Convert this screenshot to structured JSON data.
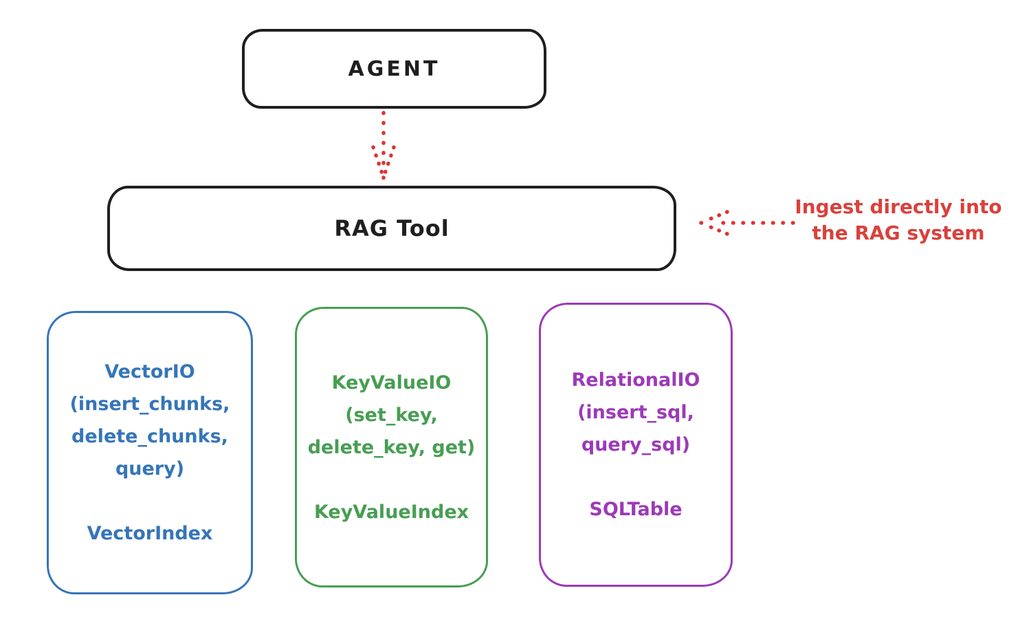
{
  "diagram": {
    "style": "hand-drawn-whiteboard",
    "background": "#ffffff"
  },
  "colors": {
    "black": "#1f1f1f",
    "red": "#e03131",
    "blue": "#3575b9",
    "green": "#479e52",
    "purple": "#9c3ab8"
  },
  "agent_box": {
    "label": "AGENT"
  },
  "rag_box": {
    "label": "RAG Tool"
  },
  "arrows": [
    {
      "name": "agent-to-rag",
      "style": "dotted",
      "color": "#e03131",
      "direction": "down"
    },
    {
      "name": "ingest",
      "style": "dotted",
      "color": "#e03131",
      "direction": "left-into-rag-tool"
    }
  ],
  "annotation": {
    "line1": "Ingest directly into",
    "line2": "the RAG system"
  },
  "stores": [
    {
      "id": "vector",
      "color": "#3575b9",
      "signature": "VectorIO\n(insert_chunks,\ndelete_chunks,\nquery)",
      "index_label": "VectorIndex"
    },
    {
      "id": "keyvalue",
      "color": "#479e52",
      "signature": "KeyValueIO\n(set_key,\ndelete_key, get)",
      "index_label": "KeyValueIndex"
    },
    {
      "id": "relational",
      "color": "#9c3ab8",
      "signature": "RelationalIO\n(insert_sql,\nquery_sql)",
      "index_label": "SQLTable"
    }
  ]
}
